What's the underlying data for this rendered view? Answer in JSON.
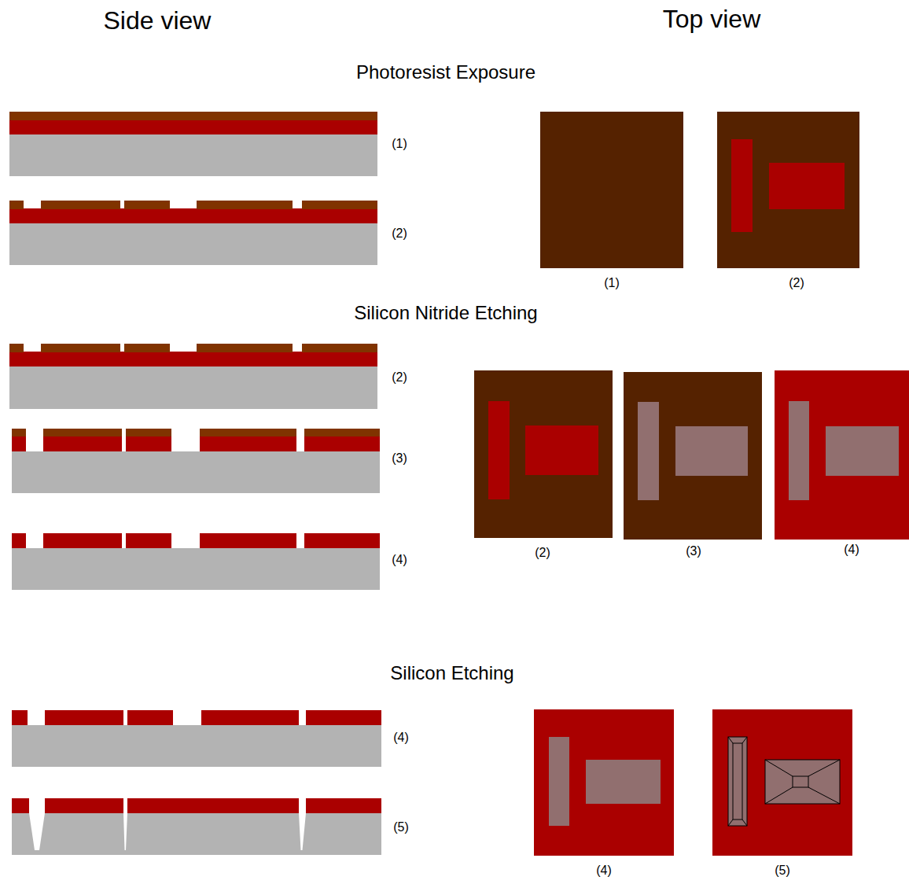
{
  "diagram": {
    "labels": [
      "Side view",
      "Top view",
      "Photoresist Exposure",
      "(1)",
      "(2)",
      "(1)",
      "(2)",
      "Silicon Nitride Etching",
      "(2)",
      "(3)",
      "(4)",
      "(2)",
      "(3)",
      "(4)",
      "Silicon Etching",
      "(4)",
      "(5)",
      "(4)",
      "(5)"
    ]
  }
}
